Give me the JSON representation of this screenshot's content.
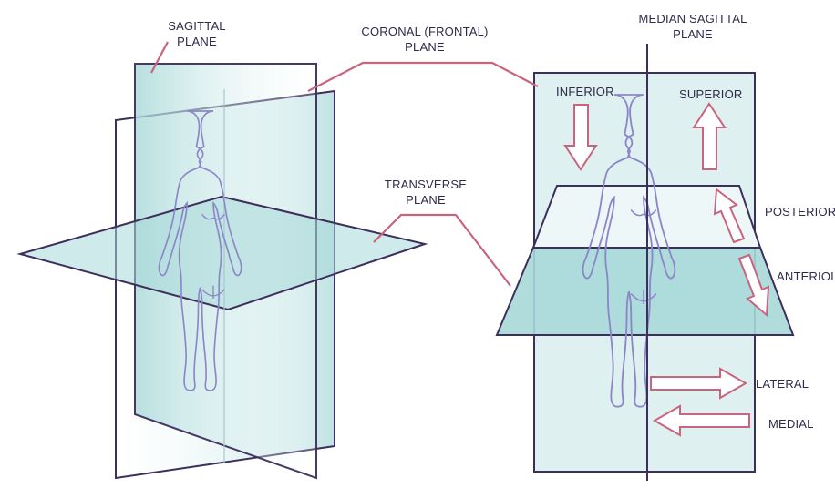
{
  "labels": {
    "sagittal": [
      "SAGITTAL",
      "PLANE"
    ],
    "coronal": [
      "CORONAL (FRONTAL)",
      "PLANE"
    ],
    "median": [
      "MEDIAN SAGITTAL",
      "PLANE"
    ],
    "transverse": [
      "TRANSVERSE",
      "PLANE"
    ],
    "inferior": "INFERIOR",
    "superior": "SUPERIOR",
    "posterior": "POSTERIOR",
    "anterior": "ANTERIOI",
    "lateral": "LATERAL",
    "medial": "MEDIAL"
  },
  "colors": {
    "outline": "#3d2f5c",
    "plane_fill": "#a8d8d8",
    "plane_fill_light": "#dff0f0",
    "leader": "#c8647e",
    "arrow": "#c8647e",
    "body_outline": "#8c86c8"
  },
  "icons": [
    "human-figure-icon",
    "arrow-down-icon",
    "arrow-up-icon",
    "arrow-diagonal-up-icon",
    "arrow-diagonal-down-icon",
    "arrow-right-icon",
    "arrow-left-icon"
  ]
}
